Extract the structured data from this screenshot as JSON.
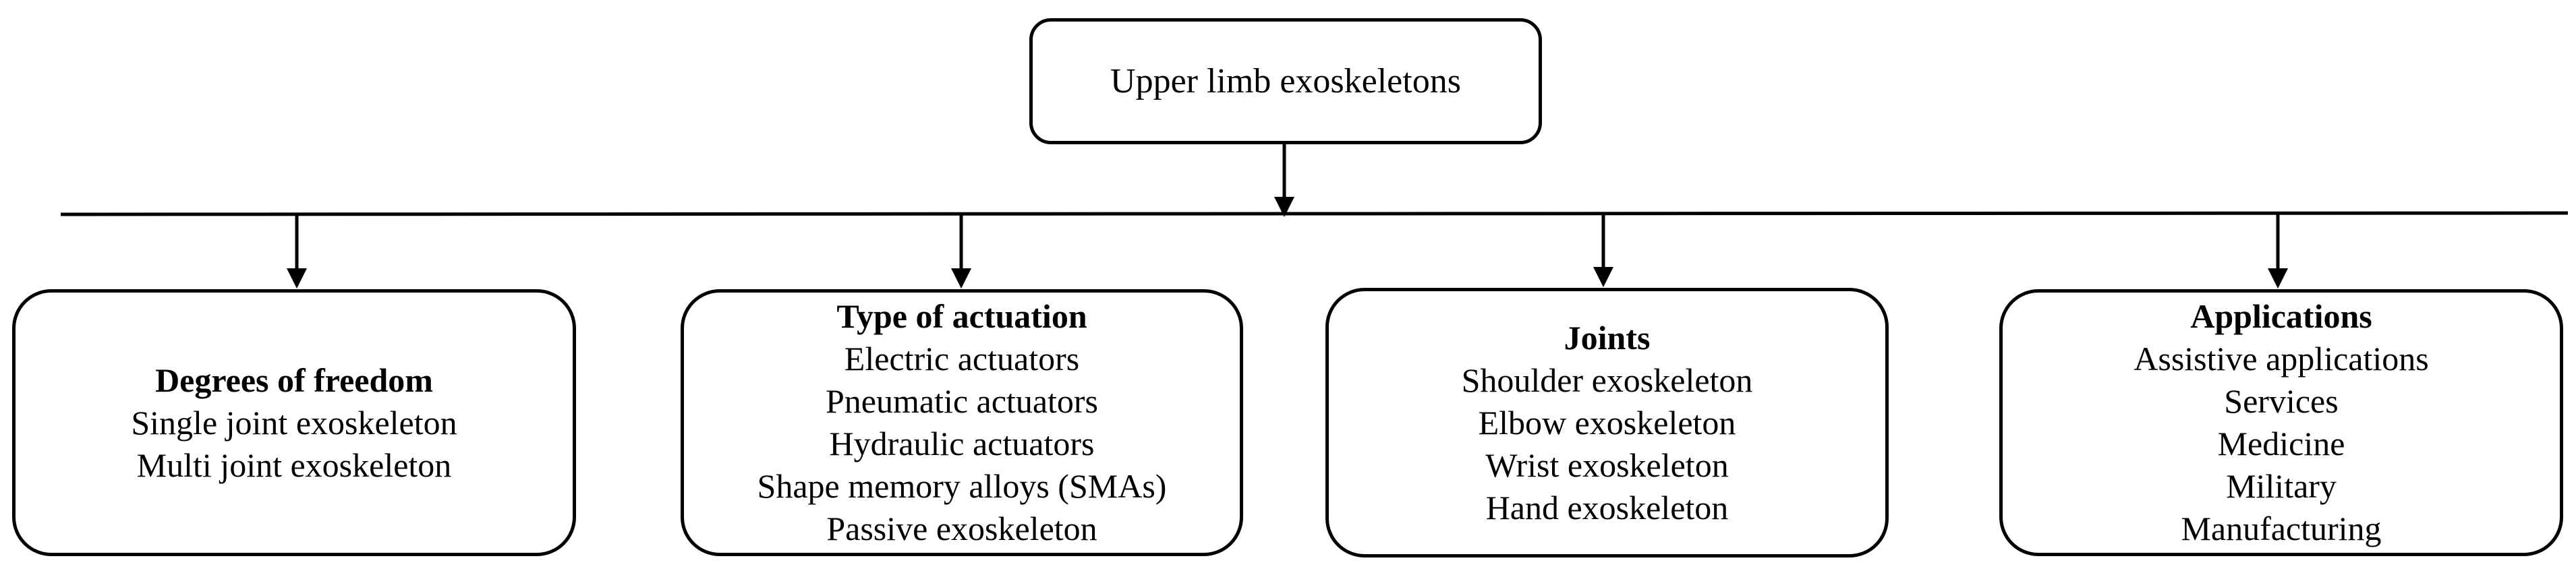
{
  "root": {
    "label": "Upper limb exoskeletons"
  },
  "categories": [
    {
      "title": "Degrees of freedom",
      "items": [
        "Single joint exoskeleton",
        "Multi joint exoskeleton"
      ]
    },
    {
      "title": "Type of actuation",
      "items": [
        "Electric actuators",
        "Pneumatic actuators",
        "Hydraulic actuators",
        "Shape memory alloys (SMAs)",
        "Passive exoskeleton"
      ]
    },
    {
      "title": "Joints",
      "items": [
        "Shoulder exoskeleton",
        "Elbow exoskeleton",
        "Wrist exoskeleton",
        "Hand exoskeleton"
      ]
    },
    {
      "title": "Applications",
      "items": [
        "Assistive applications",
        "Services",
        "Medicine",
        "Military",
        "Manufacturing"
      ]
    }
  ]
}
